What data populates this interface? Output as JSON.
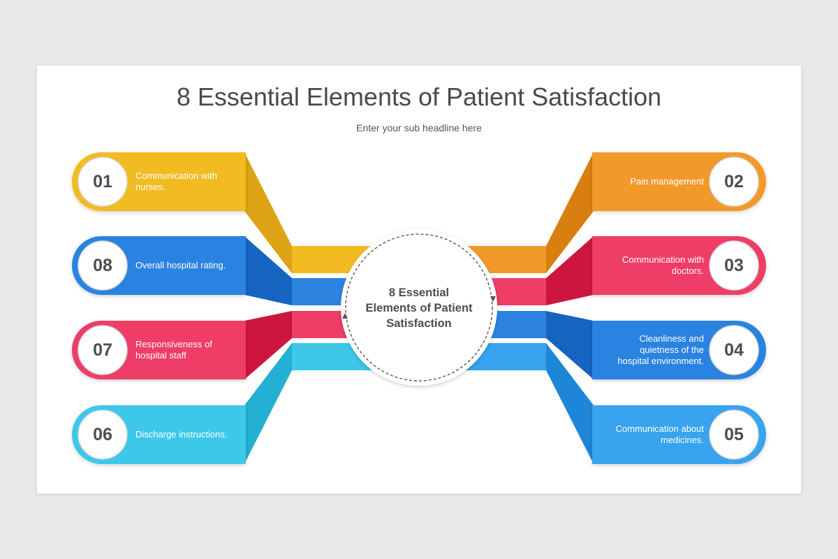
{
  "title": "8 Essential Elements of Patient Satisfaction",
  "subtitle": "Enter your sub headline here",
  "center": {
    "line1": "8 Essential",
    "line2": "Elements of Patient",
    "line3": "Satisfaction"
  },
  "items": [
    {
      "num": "01",
      "side": "left",
      "row": 0,
      "lines": [
        "Communication with",
        "nurses."
      ],
      "color": "#f2bb22",
      "dark": "#dca414"
    },
    {
      "num": "02",
      "side": "right",
      "row": 0,
      "lines": [
        "Pain management"
      ],
      "color": "#f19a2a",
      "dark": "#d97f10"
    },
    {
      "num": "03",
      "side": "right",
      "row": 1,
      "lines": [
        "Communication with",
        "doctors."
      ],
      "color": "#ee3d66",
      "dark": "#cc1640"
    },
    {
      "num": "04",
      "side": "right",
      "row": 2,
      "lines": [
        "Cleanliness and",
        "quietness of the",
        "hospital environment."
      ],
      "color": "#2c83e0",
      "dark": "#1464c0"
    },
    {
      "num": "05",
      "side": "right",
      "row": 3,
      "lines": [
        "Communication about",
        "medicines."
      ],
      "color": "#37a3ee",
      "dark": "#1d86d6"
    },
    {
      "num": "06",
      "side": "left",
      "row": 3,
      "lines": [
        "Discharge instructions."
      ],
      "color": "#3dc8ea",
      "dark": "#23b0d2"
    },
    {
      "num": "07",
      "side": "left",
      "row": 2,
      "lines": [
        "Responsiveness of",
        "hospital staff"
      ],
      "color": "#ee3d66",
      "dark": "#cc1640"
    },
    {
      "num": "08",
      "side": "left",
      "row": 1,
      "lines": [
        "Overall hospital rating."
      ],
      "color": "#2c83e0",
      "dark": "#1464c0"
    }
  ]
}
